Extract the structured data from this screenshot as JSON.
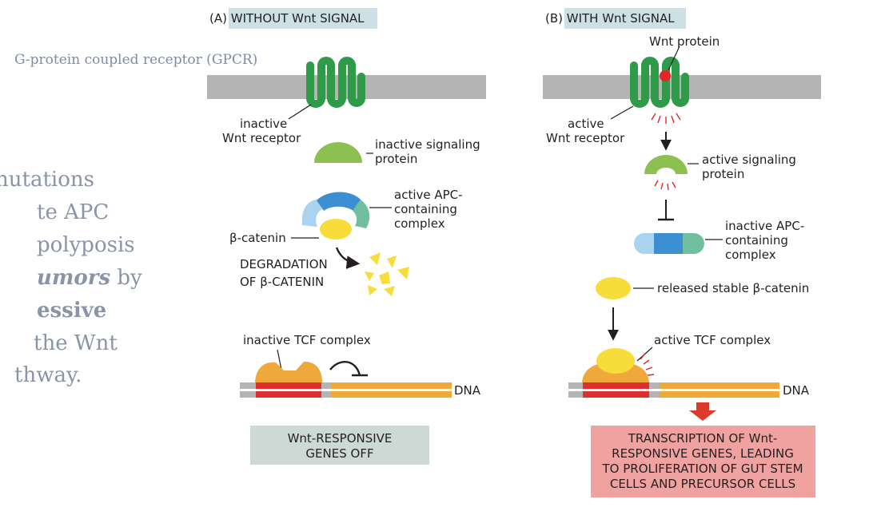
{
  "panel_a": {
    "title": "(A)  WITHOUT Wnt SIGNAL",
    "receptor_label": [
      "inactive",
      "Wnt receptor"
    ],
    "signaling_label": [
      "inactive signaling",
      "protein"
    ],
    "apc_label": [
      "active APC-",
      "containing",
      "complex"
    ],
    "beta_catenin_label": "β-catenin",
    "degradation_label": [
      "DEGRADATION",
      "OF β-CATENIN"
    ],
    "tcf_label": "inactive TCF complex",
    "dna_label": "DNA",
    "result_box": [
      "Wnt-RESPONSIVE",
      "GENES OFF"
    ]
  },
  "panel_b": {
    "title": "(B)  WITH Wnt SIGNAL",
    "wnt_label": "Wnt protein",
    "receptor_label": [
      "active",
      "Wnt receptor"
    ],
    "signaling_label": [
      "active signaling",
      "protein"
    ],
    "apc_label": [
      "inactive APC-",
      "containing",
      "complex"
    ],
    "beta_catenin_label": "released stable β-catenin",
    "tcf_label": "active TCF complex",
    "dna_label": "DNA",
    "result_box": [
      "TRANSCRIPTION OF Wnt-",
      "RESPONSIVE GENES, LEADING",
      "TO PROLIFERATION OF GUT STEM",
      "CELLS AND PRECURSOR CELLS"
    ]
  },
  "gpcr_label": "G-protein coupled receptor (GPCR)",
  "slide_text": {
    "l1": "nutations",
    "l2": "te APC",
    "l3": "polyposis",
    "l4a": "umors",
    "l4b": " by",
    "l5": "essive",
    "l6": " the Wnt",
    "l7": "thway."
  },
  "colors": {
    "membrane": "#b4b4b4",
    "receptor": "#2f9a48",
    "wnt": "#e2262a",
    "signaling": "#8cc152",
    "beta_catenin": "#f7dc3a",
    "apc_blue": "#3c8fd1",
    "apc_light": "#a9d3ef",
    "apc_teal": "#72bfa0",
    "tcf": "#efa83a",
    "dna_orange": "#efa83a",
    "dna_red": "#de2f2f",
    "box_gray": "#cdd9d5",
    "box_pink": "#f0a2a0",
    "title_bg": "#cde0e6",
    "arrow_red": "#de3a2c"
  }
}
